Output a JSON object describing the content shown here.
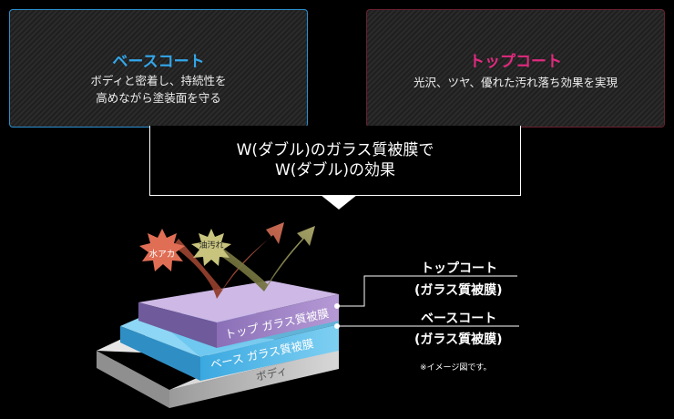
{
  "base_card": {
    "title": "ベースコート",
    "desc_line1": "ボディと密着し、持続性を",
    "desc_line2": "高めながら塗装面を守る"
  },
  "top_card": {
    "title": "トップコート",
    "desc_line1": "光沢、ツヤ、優れた汚れ落ち効果を実現"
  },
  "middle": {
    "line1": "W(ダブル)のガラス質被膜で",
    "line2": "W(ダブル)の効果"
  },
  "illustration": {
    "water_stain": "水アカ",
    "oil_stain": "油汚れ",
    "top_layer": "トップ ガラス質被膜",
    "base_layer": "ベース ガラス質被膜",
    "body_layer": "ボディ"
  },
  "callouts": {
    "top_name": "トップコート",
    "top_sub": "(ガラス質被膜)",
    "base_name": "ベースコート",
    "base_sub": "(ガラス質被膜)",
    "note": "※イメージ図です。"
  },
  "colors": {
    "base_accent": "#33a6ea",
    "top_accent": "#e02a7e",
    "top_layer": "#a98ccc",
    "base_layer": "#3fb3e6",
    "body_layer": "#c4c4c4"
  }
}
